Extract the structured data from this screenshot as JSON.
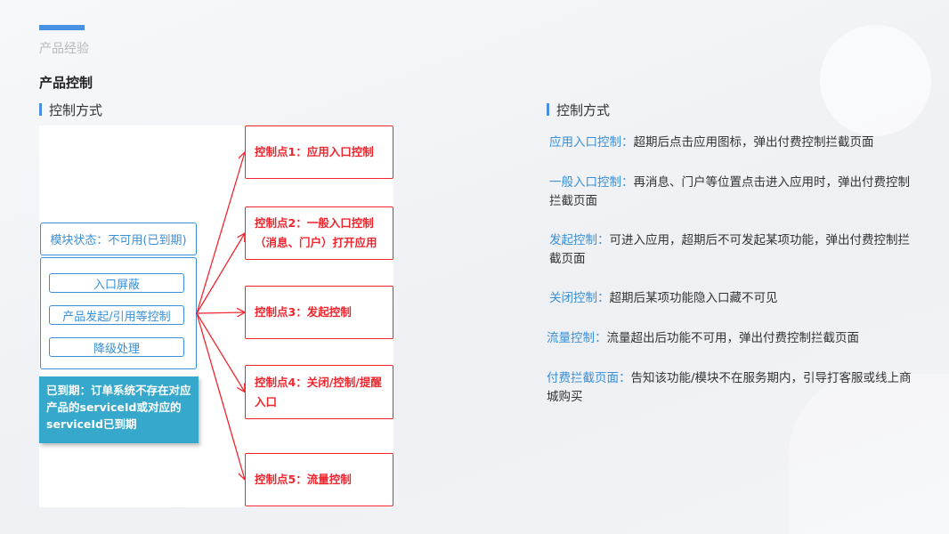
{
  "header": {
    "crumb": "产品经验",
    "title": "产品控制"
  },
  "left": {
    "section": "控制方式",
    "status": "模块状态：不可用(已到期)",
    "inner": [
      "入口屏蔽",
      "产品发起/引用等控制",
      "降级处理"
    ],
    "note": "已到期：订单系统不存在对应产品的serviceId或对应的serviceId已到期",
    "points": [
      [
        "控制点1：应用入口控制"
      ],
      [
        "控制点2：一般入口控制",
        "（消息、门户）打开应用"
      ],
      [
        "控制点3：发起控制"
      ],
      [
        "控制点4：关闭/控制/提醒",
        "入口"
      ],
      [
        "控制点5：流量控制"
      ]
    ]
  },
  "right": {
    "section": "控制方式",
    "items": [
      {
        "k": "应用入口控制：",
        "v": "超期后点击应用图标，弹出付费控制拦截页面"
      },
      {
        "k": "一般入口控制：",
        "v": "再消息、门户等位置点击进入应用时，弹出付费控制拦截页面"
      },
      {
        "k": "发起控制：",
        "v": "可进入应用，超期后不可发起某项功能，弹出付费控制拦截页面"
      },
      {
        "k": "关闭控制：",
        "v": "超期后某项功能隐入口藏不可见"
      },
      {
        "k": "流量控制：",
        "v": "流量超出后功能不可用，弹出付费控制拦截页面"
      },
      {
        "k": "付费拦截页面：",
        "v": "告知该功能/模块不在服务期内，引导打客服或线上商城购买"
      }
    ]
  }
}
